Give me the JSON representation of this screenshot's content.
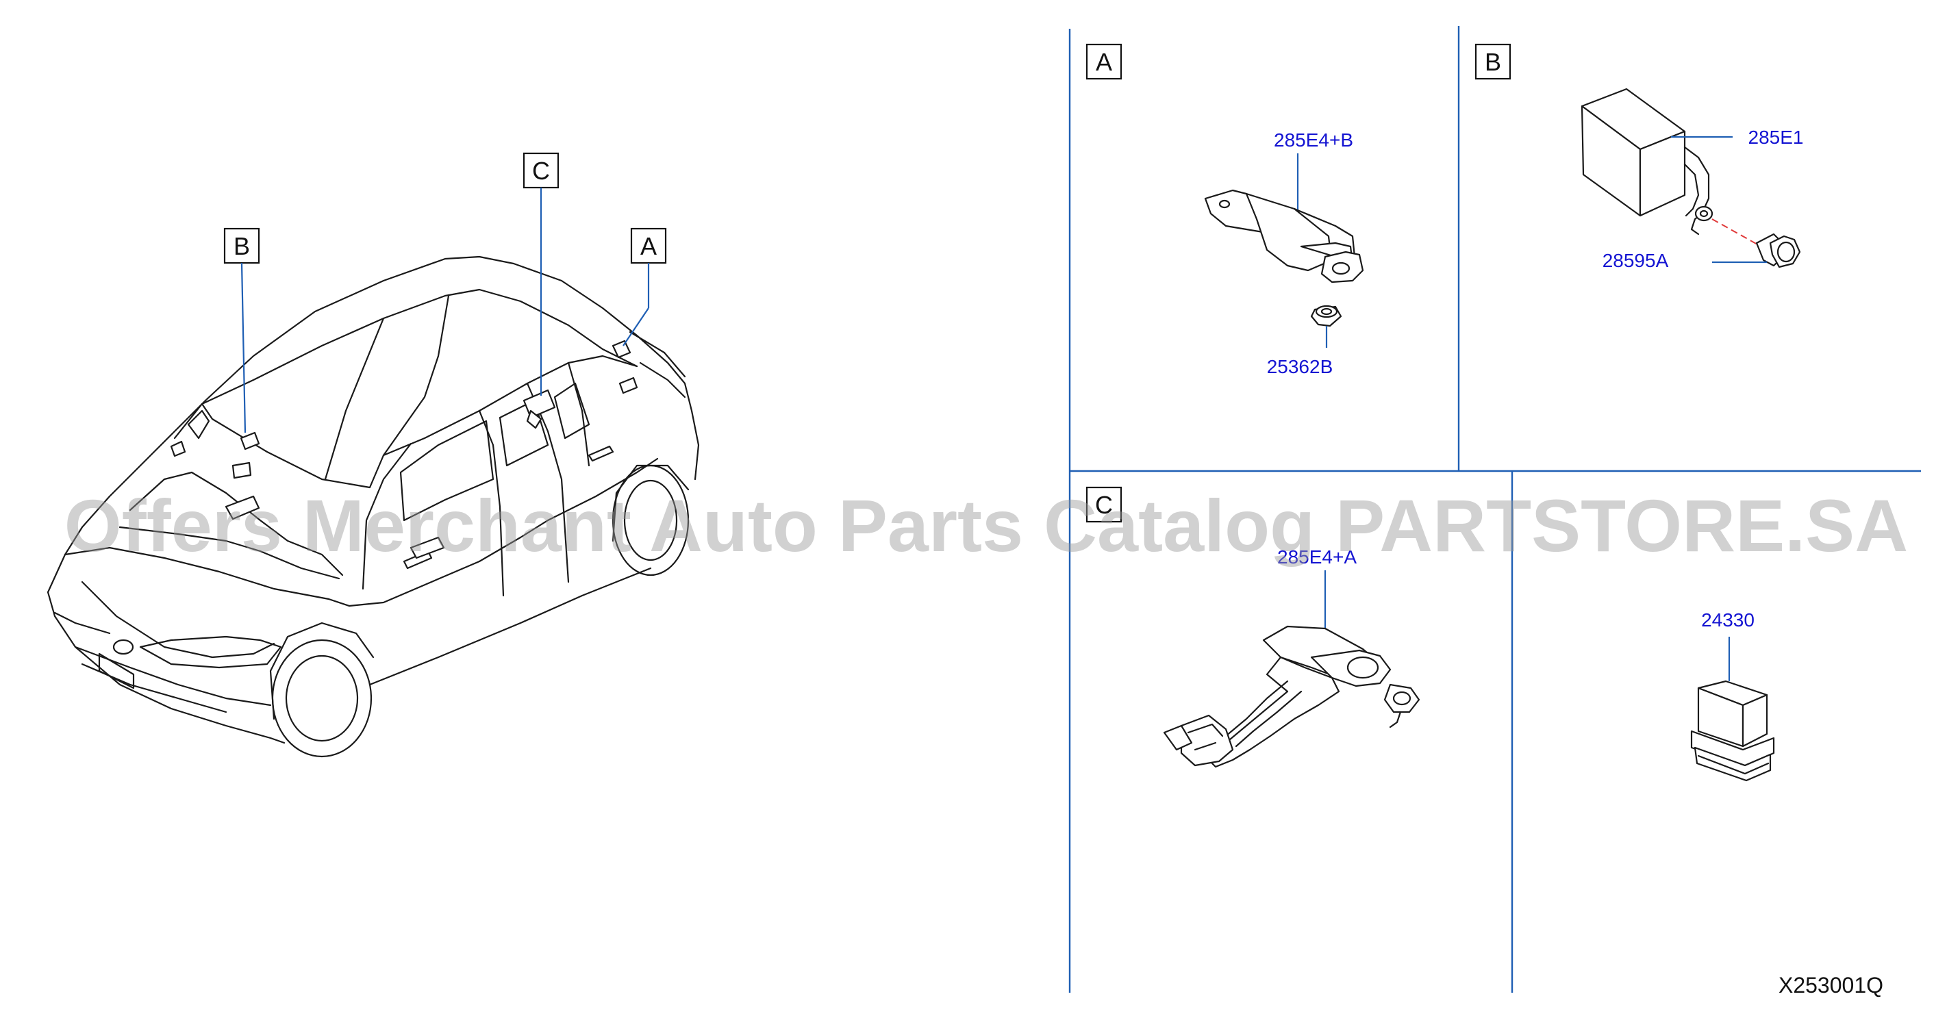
{
  "callouts": {
    "a": "A",
    "b": "B",
    "c": "C"
  },
  "panels": {
    "a": {
      "letter": "A",
      "parts": [
        "285E4+B",
        "25362B"
      ]
    },
    "b": {
      "letter": "B",
      "parts": [
        "285E1",
        "28595A"
      ]
    },
    "c": {
      "letter": "C",
      "parts": [
        "285E4+A"
      ]
    },
    "d": {
      "parts": [
        "24330"
      ]
    }
  },
  "diagram_code": "X253001Q",
  "watermark": "Offers Merchant Auto Parts Catalog PARTSTORE.SA",
  "colors": {
    "label": "#1414d2",
    "leader": "#1f5fb4",
    "ink": "#1a1a1a"
  }
}
